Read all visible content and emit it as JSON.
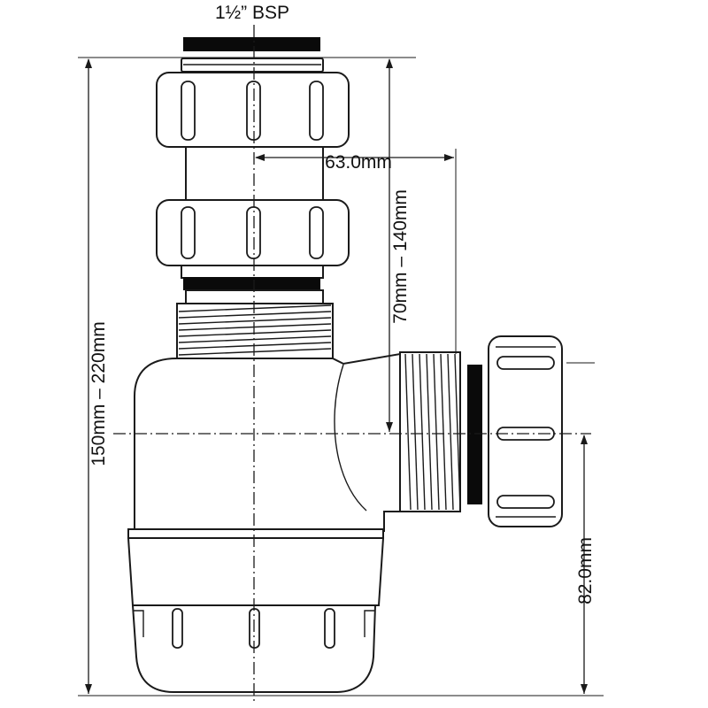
{
  "labels": {
    "thread_size": "1½” BSP",
    "outlet_offset": "63.0mm",
    "inlet_height": "70mm – 140mm",
    "overall_height": "150mm – 220mm",
    "outlet_height": "82.0mm"
  }
}
